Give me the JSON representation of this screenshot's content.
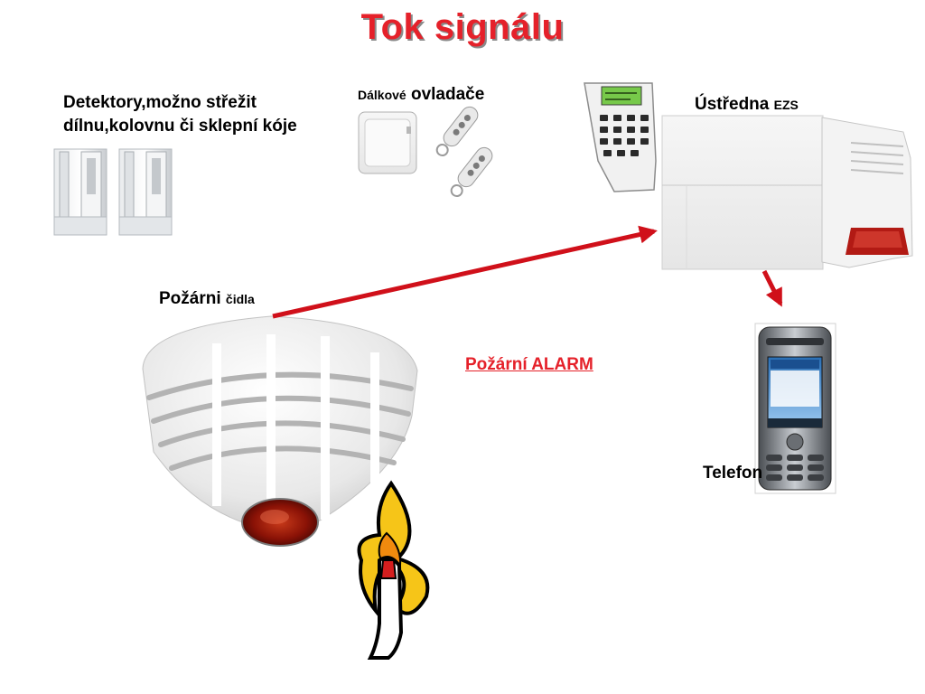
{
  "title": "Tok signálu",
  "labels": {
    "detectors_line1": "Detektory,možno střežit",
    "detectors_line2": "dílnu,kolovnu či sklepní kóje",
    "remote_small": "Dálkové",
    "remote_big": "ovladače",
    "central_big": "Ústředna",
    "central_small": "EZS",
    "fire_big": "Požárni",
    "fire_small": "čidla",
    "alarm": "Požární  ALARM",
    "phone": "Telefon"
  },
  "colors": {
    "accent": "#e5212a",
    "arrow": "#d0101a"
  },
  "icons": [
    "window-sensor-icon",
    "remote-control-icon",
    "keypad-icon",
    "control-unit-icon",
    "siren-icon",
    "smoke-detector-icon",
    "flame-icon",
    "mobile-phone-icon"
  ]
}
